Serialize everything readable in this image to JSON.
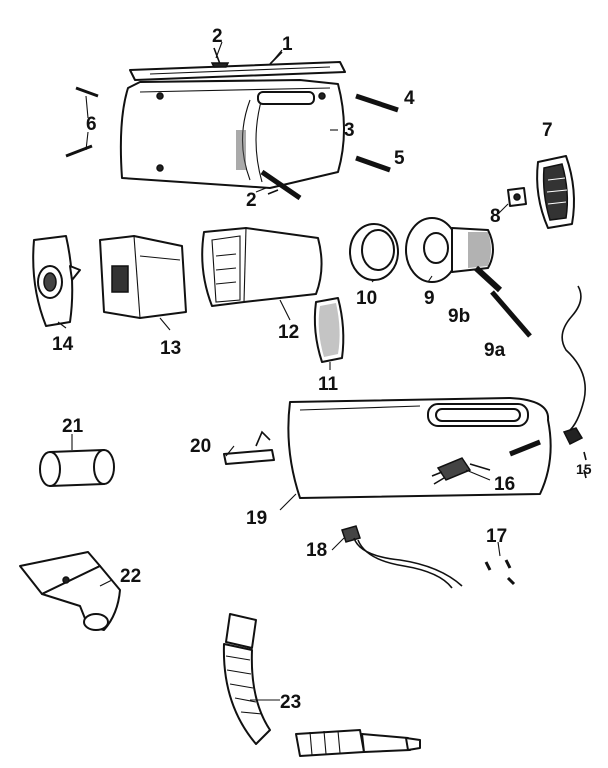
{
  "labels": {
    "p1": "1",
    "p2a": "2",
    "p2b": "2",
    "p3": "3",
    "p4": "4",
    "p5": "5",
    "p6": "6",
    "p7": "7",
    "p8": "8",
    "p9": "9",
    "p9a": "9a",
    "p9b": "9b",
    "p10": "10",
    "p11": "11",
    "p12": "12",
    "p13": "13",
    "p14": "14",
    "p15": "15",
    "p16": "16",
    "p17": "17",
    "p18": "18",
    "p19": "19",
    "p20": "20",
    "p21": "21",
    "p22": "22",
    "p23": "23"
  }
}
